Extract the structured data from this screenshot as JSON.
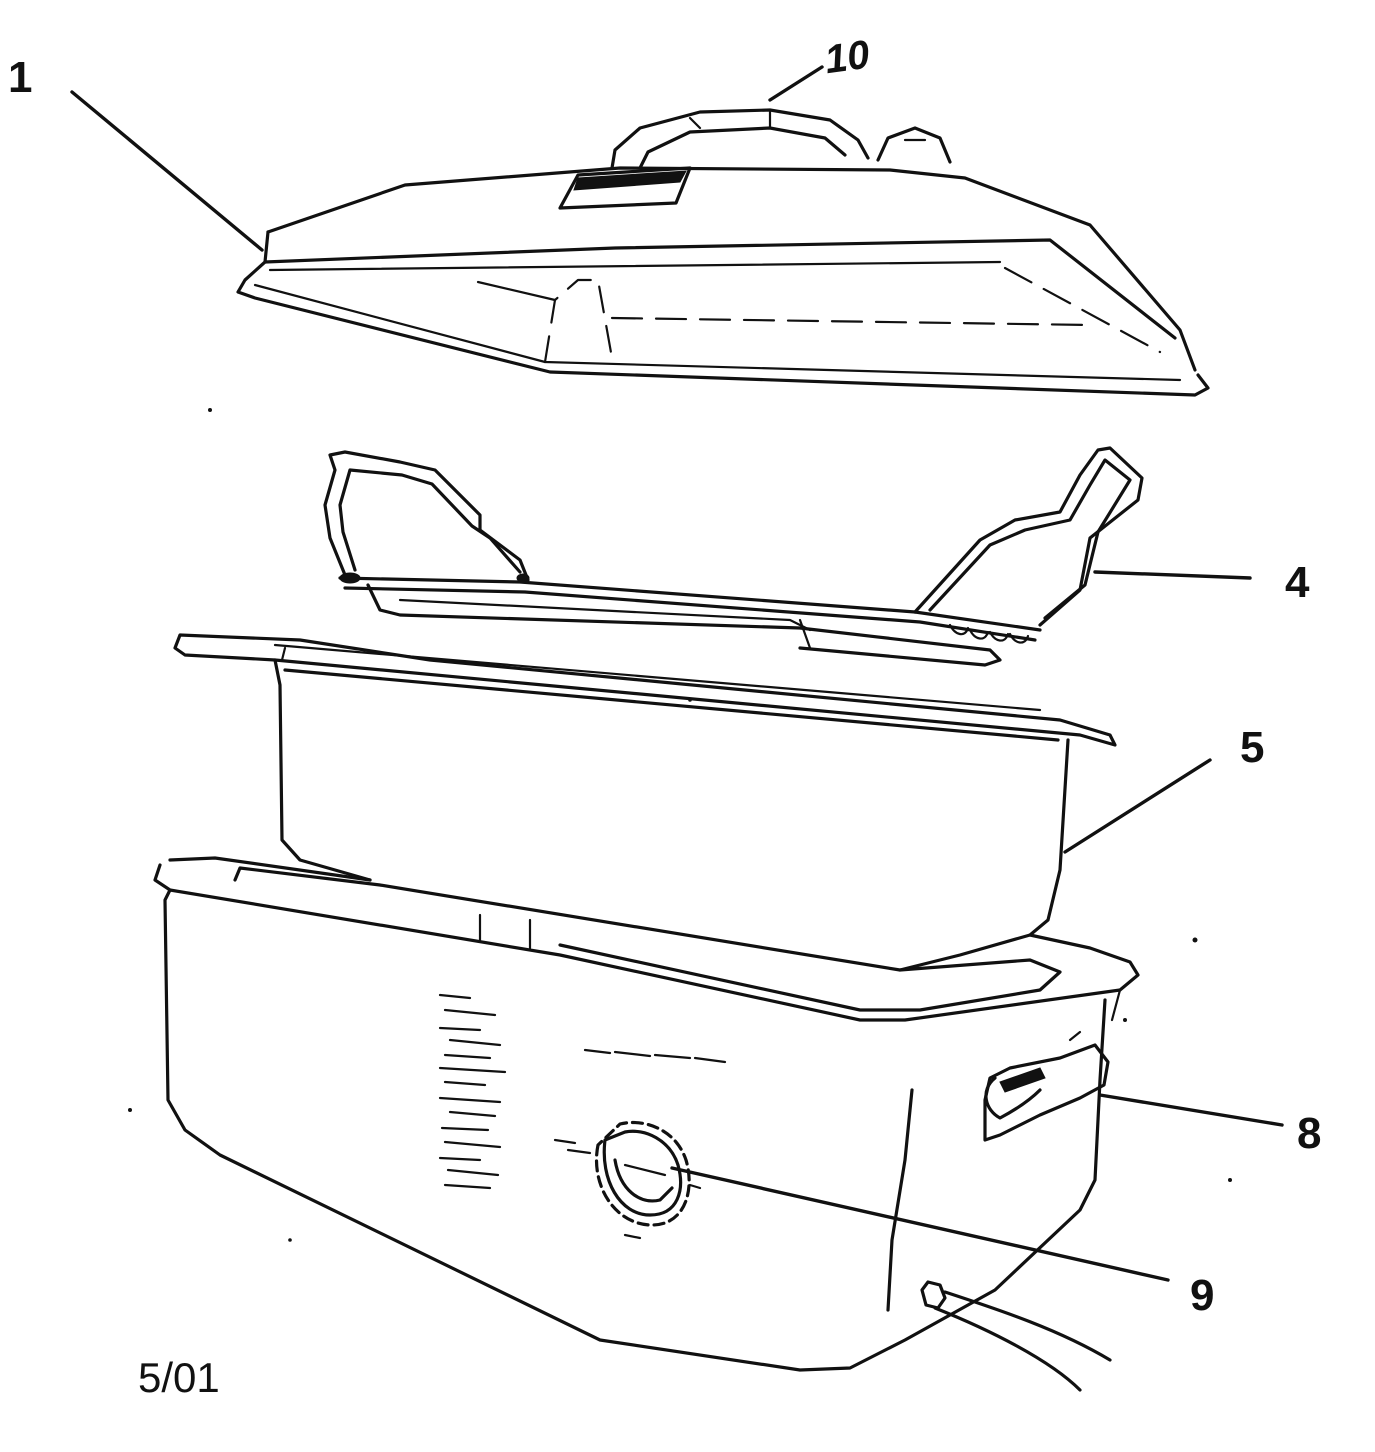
{
  "diagram": {
    "callouts": [
      {
        "id": "1",
        "label": "1"
      },
      {
        "id": "10",
        "label": "10"
      },
      {
        "id": "4",
        "label": "4"
      },
      {
        "id": "5",
        "label": "5"
      },
      {
        "id": "8",
        "label": "8"
      },
      {
        "id": "9",
        "label": "9"
      }
    ],
    "date_code": "5/01"
  }
}
